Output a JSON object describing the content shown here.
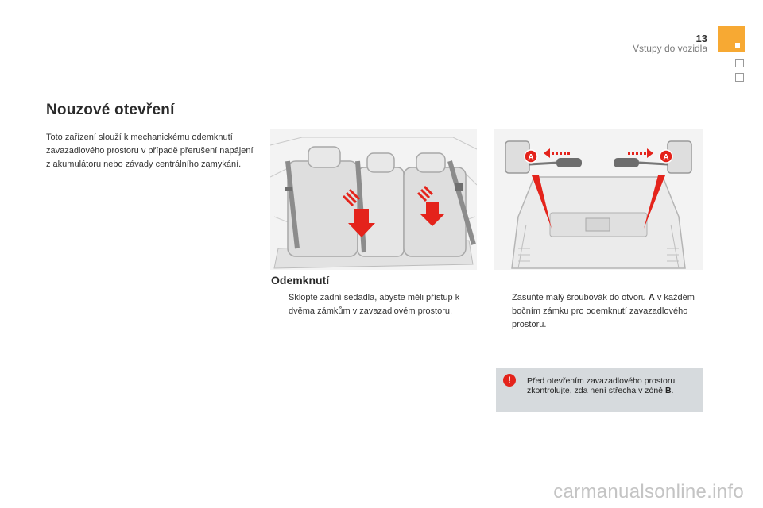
{
  "header": {
    "page_number": "13",
    "section_title": "Vstupy do vozidla"
  },
  "main": {
    "heading": "Nouzové otevření",
    "intro": "Toto zařízení slouží k mechanickému odemknutí zavazadlového prostoru v případě přerušení napájení z akumulátoru nebo závady centrálního zamykání.",
    "subheading": "Odemknutí",
    "bullet_marker": "",
    "step1": "Sklopte zadní sedadla, abyste měli přístup k dvěma zámkům v zavazadlovém prostoru.",
    "step2_pre": "Zasuňte malý šroubovák do otvoru ",
    "step2_bold": "A",
    "step2_post": " v každém bočním zámku pro odemknutí zavazadlového prostoru.",
    "illustration_callouts": [
      "A",
      "A"
    ]
  },
  "warning": {
    "icon": "exclamation-icon",
    "text_pre": "Před otevřením zavazadlového prostoru zkontrolujte, zda není střecha v zóně ",
    "text_bold": "B",
    "text_post": "."
  },
  "watermark": "carmanualsonline.info",
  "colors": {
    "accent_tab": "#f7a933",
    "warning_bg": "#d6dadd",
    "arrow_red": "#e4231b"
  }
}
